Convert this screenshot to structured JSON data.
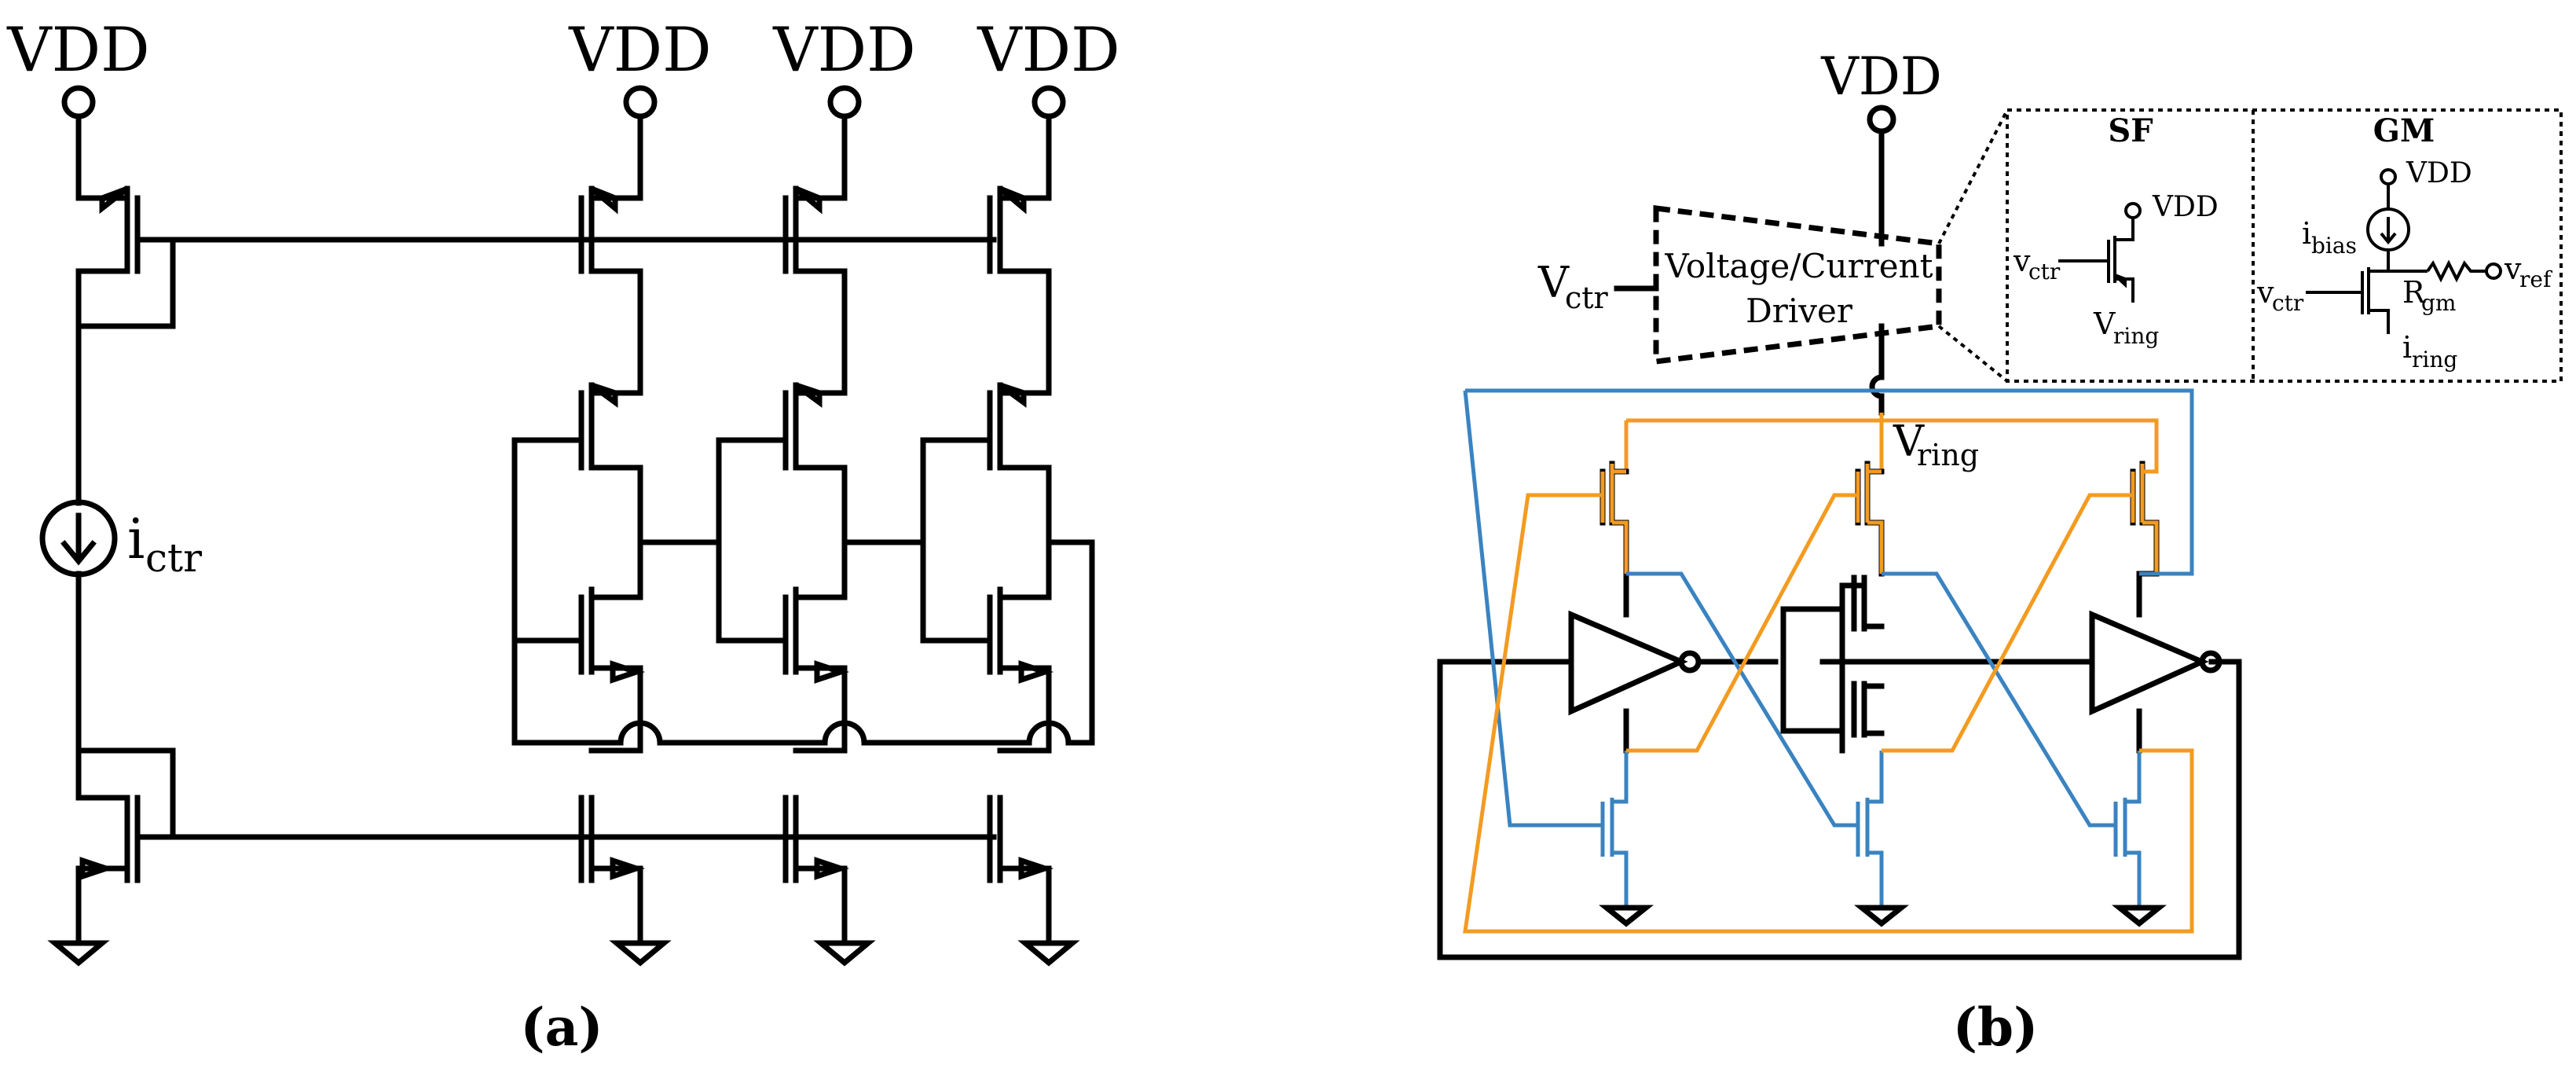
{
  "panel_a": {
    "supply_label": "VDD",
    "current_source_label": "i",
    "current_source_sub": "ctr",
    "caption": "(a)"
  },
  "panel_b": {
    "supply_label": "VDD",
    "control_label": "V",
    "control_sub": "ctr",
    "driver_line1": "Voltage/Current",
    "driver_line2": "Driver",
    "ring_label": "V",
    "ring_sub": "ring",
    "caption": "(b)",
    "inset_sf": {
      "title": "SF",
      "vdd": "VDD",
      "in_label": "v",
      "in_sub": "ctr",
      "out_label": "V",
      "out_sub": "ring"
    },
    "inset_gm": {
      "title": "GM",
      "vdd": "VDD",
      "bias_label": "i",
      "bias_sub": "bias",
      "res_label": "R",
      "res_sub": "gm",
      "ref_label": "v",
      "ref_sub": "ref",
      "in_label": "v",
      "in_sub": "ctr",
      "out_label": "i",
      "out_sub": "ring"
    }
  },
  "colors": {
    "wire": "#000000",
    "blue_net": "#3a83c1",
    "orange_net": "#f39b21"
  }
}
